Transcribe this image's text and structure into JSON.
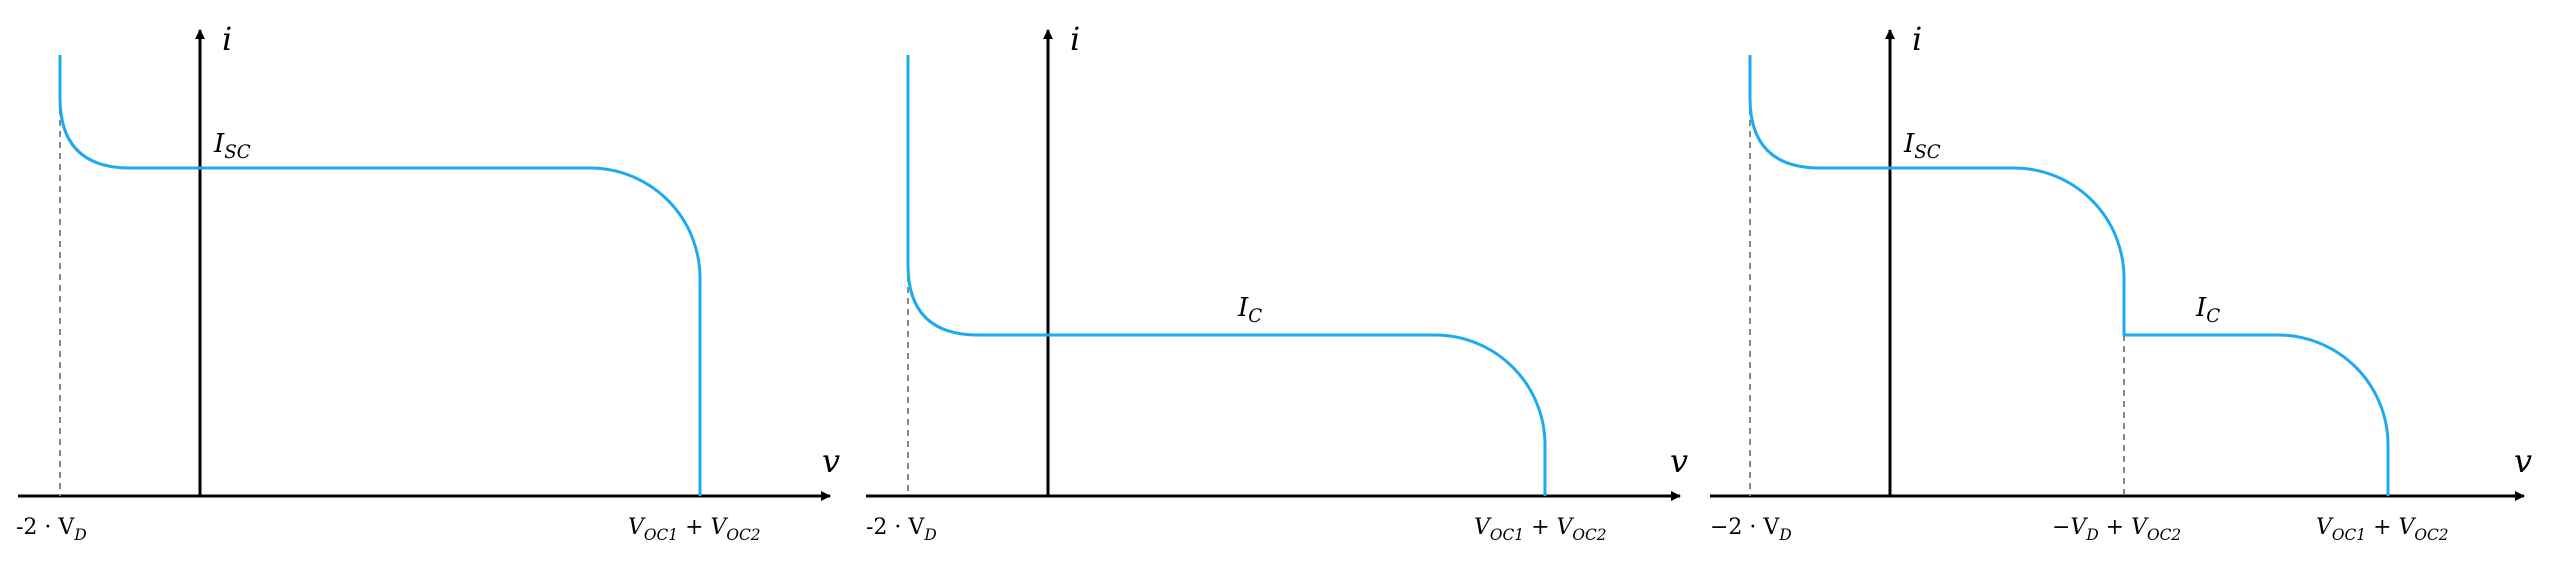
{
  "colors": {
    "curve": "#1eaaf1",
    "axis": "#000000",
    "guide": "#888888"
  },
  "axis_labels": {
    "y": "i",
    "x": "v"
  },
  "panel1": {
    "label_isc": {
      "main": "I",
      "sub": "SC"
    },
    "tick_left": {
      "pre": "-2 · V",
      "sub": "D"
    },
    "tick_right": {
      "v1": "V",
      "s1": "OC1",
      "mid": " + V",
      "s2": "OC2"
    }
  },
  "panel2": {
    "label_ic": {
      "main": "I",
      "sub": "C"
    },
    "tick_left": {
      "pre": "-2 · V",
      "sub": "D"
    },
    "tick_right": {
      "v1": "V",
      "s1": "OC1",
      "mid": " + V",
      "s2": "OC2"
    }
  },
  "panel3": {
    "label_isc": {
      "main": "I",
      "sub": "SC"
    },
    "label_ic": {
      "main": "I",
      "sub": "C"
    },
    "tick_left": {
      "pre": "−2 · V",
      "sub": "D"
    },
    "tick_mid": {
      "pre": "−V",
      "s1": "D",
      "mid": " + V",
      "s2": "OC2"
    },
    "tick_right": {
      "v1": "V",
      "s1": "OC1",
      "mid": " + V",
      "s2": "OC2"
    }
  }
}
